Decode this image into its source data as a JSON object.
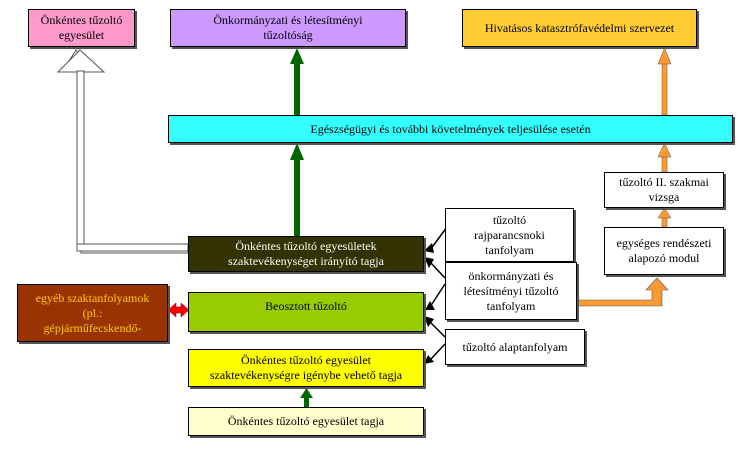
{
  "nodes": {
    "volunteer_association": {
      "label": "Önkéntes tűzoltó\negyesület",
      "color": "#ff99cc"
    },
    "municipal_facility_fire": {
      "label": "Önkormányzati és létesítményi\ntűzoltóság",
      "color": "#cc99ff"
    },
    "professional_disaster": {
      "label": "Hivatásos katasztrófavédelmi szervezet",
      "color": "#ffcc33"
    },
    "health_requirements": {
      "label": "Egészségügyi és további követelmények teljesülése esetén",
      "color": "#33ffff"
    },
    "exam_ii": {
      "label": "tűzoltó II. szakmai\nvizsga",
      "color": "#ffffff"
    },
    "unified_module": {
      "label": "egységes rendészeti\nalapozó modul",
      "color": "#ffffff"
    },
    "chief_course": {
      "label": "tűzoltó\nrajparancsnoki\ntanfolyam",
      "color": "#ffffff"
    },
    "municipal_course": {
      "label": "önkormányzati és\nlétesítményi tűzoltó\ntanfolyam",
      "color": "#ffffff"
    },
    "basic_course": {
      "label": "tűzoltó alaptanfolyam",
      "color": "#ffffff"
    },
    "director_member": {
      "label": "Önkéntes tűzoltó egyesületek\nszaktevékenységet irányító tagja",
      "color": "#333300",
      "text_color": "#ffffff"
    },
    "staff_firefighter": {
      "label": "Beosztott tűzoltó",
      "color": "#99cc00"
    },
    "other_courses": {
      "label": "egyéb szaktanfolyamok\n(pl.:\ngépjárműfecskendő-",
      "color": "#993300",
      "text_color": "#ffcc00"
    },
    "specialty_member": {
      "label": "Önkéntes tűzoltó egyesület\nszaktevékenységre igénybe vehető tagja",
      "color": "#ffff00"
    },
    "association_member": {
      "label": "Önkéntes tűzoltó egyesület tagja",
      "color": "#ffffcc"
    }
  },
  "edge_colors": {
    "green": "#006600",
    "orange": "#ff9933",
    "hollow": "#ffffff",
    "red": "#ff0000",
    "black": "#000000"
  }
}
